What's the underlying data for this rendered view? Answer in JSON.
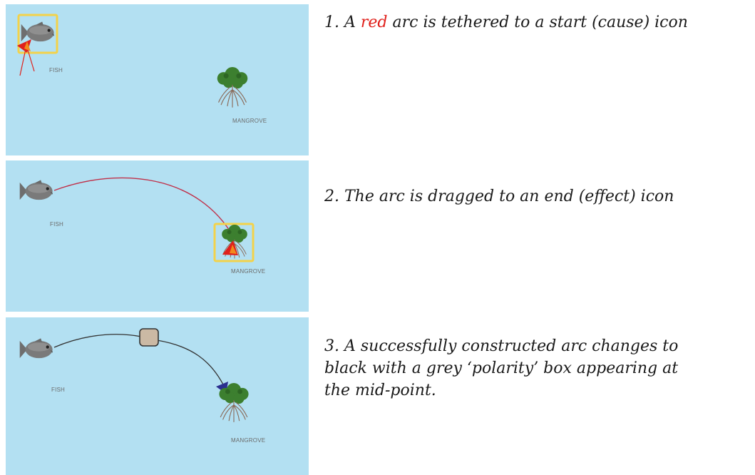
{
  "nodes": {
    "cause_label": "FISH",
    "effect_label": "MANGROVE"
  },
  "steps": [
    {
      "number": "1.",
      "caption_before": "A",
      "caption_highlight": "red",
      "caption_after": "arc is tethered to a start (cause) icon"
    },
    {
      "number": "2.",
      "caption": "The arc is dragged to an end (effect) icon"
    },
    {
      "number": "3.",
      "caption_lines": [
        "A successfully constructed arc changes to",
        "black with a grey ‘polarity’ box appearing at",
        "the mid-point."
      ]
    }
  ],
  "colors": {
    "panel_background": "#b3e0f2",
    "tether_arc": "#e0201b",
    "constructed_arc": "#333333",
    "selection_highlight": "#f3d24a",
    "polarity_box": "#cbb9a4",
    "arrowhead": "#2b2f8f",
    "caption_highlight": "#e0201b"
  },
  "icons": {
    "cause": "fish-icon",
    "effect": "mangrove-tree-icon",
    "polarity": "polarity-box-icon"
  }
}
